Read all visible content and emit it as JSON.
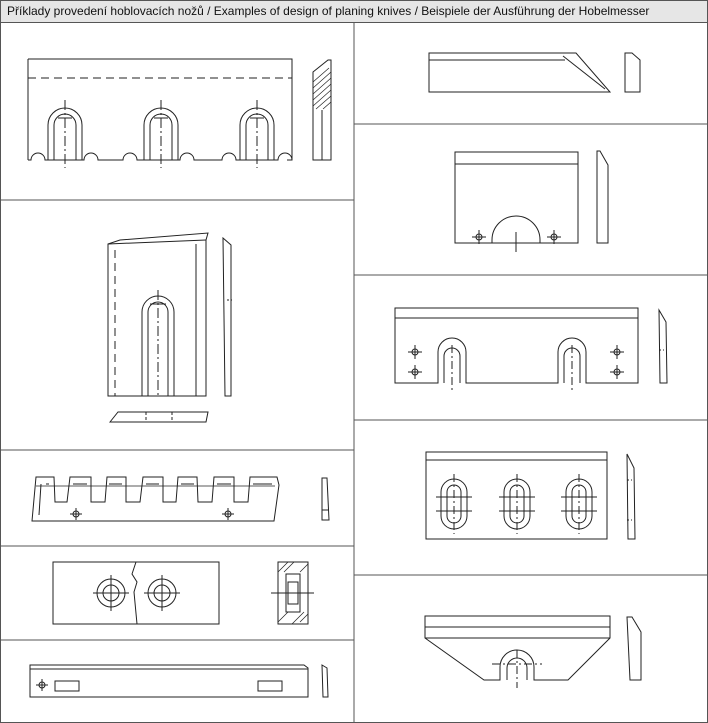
{
  "header": {
    "title": "Příklady provedení hoblovacích nožů / Examples of design of planing knives / Beispiele der Ausführung der Hobelmesser"
  },
  "panels": {
    "left": [
      "knife-three-slots",
      "knife-tall-single-slot",
      "knife-comb",
      "knife-double-counterbore",
      "knife-long-slim"
    ],
    "right": [
      "knife-bevel-bar",
      "knife-arch-notch",
      "knife-two-slot-bar",
      "knife-three-oval",
      "knife-trapezoid"
    ]
  },
  "colors": {
    "line": "#222222",
    "grid": "#555555",
    "header_bg": "#e6e6e6"
  }
}
